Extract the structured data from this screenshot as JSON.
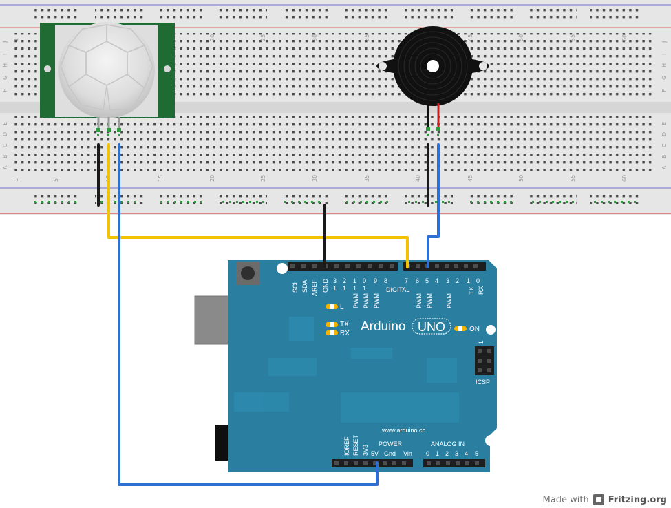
{
  "breadboard": {
    "column_numbers": [
      "1",
      "5",
      "10",
      "15",
      "20",
      "25",
      "30",
      "35",
      "40",
      "45",
      "50",
      "55",
      "60"
    ],
    "row_letters_top": [
      "J",
      "I",
      "H",
      "G",
      "F"
    ],
    "row_letters_bottom": [
      "E",
      "D",
      "C",
      "B",
      "A"
    ]
  },
  "arduino": {
    "brand": "Arduino",
    "model": "UNO",
    "url": "www.arduino.cc",
    "on_label": "ON",
    "led_l": "L",
    "led_tx": "TX",
    "led_rx": "RX",
    "icsp": "ICSP",
    "icsp_pin1": "1",
    "digital_label": "DIGITAL",
    "power_label": "POWER",
    "analog_label": "ANALOG IN",
    "top_pins_left": [
      "SCL",
      "SDA",
      "AREF",
      "GND"
    ],
    "top_pins_digit_tens": [
      "1",
      "1",
      "1",
      "1"
    ],
    "top_pins_digit_ones": [
      "3",
      "2",
      "1",
      "0",
      "9",
      "8"
    ],
    "top_pins_digits_right": [
      "7",
      "6",
      "5",
      "4",
      "3",
      "2",
      "1",
      "0"
    ],
    "pwm_left": [
      "PWM",
      "PWM",
      "PWM"
    ],
    "pwm_right": [
      "PWM",
      "PWM",
      "PWM"
    ],
    "txrx_pins": [
      "TX",
      "RX"
    ],
    "power_pins_vertical": [
      "IOREF",
      "RESET",
      "3V3"
    ],
    "power_pins": [
      "5V",
      "Gnd",
      "Vin"
    ],
    "analog_pins": [
      "0",
      "1",
      "2",
      "3",
      "4",
      "5"
    ]
  },
  "credit": {
    "made_with": "Made with",
    "fritzing": "Fritzing.org"
  },
  "colors": {
    "breadboard": "#e8e8e8",
    "board_blue": "#2a7fa1",
    "wire_yellow": "#f2c400",
    "wire_blue": "#2e6fd4",
    "wire_black": "#1a1a1a",
    "wire_red": "#d21c1c",
    "rail_red": "#d96666",
    "rail_blue": "#6c6ccf",
    "sensor_green": "#1f6b33"
  }
}
